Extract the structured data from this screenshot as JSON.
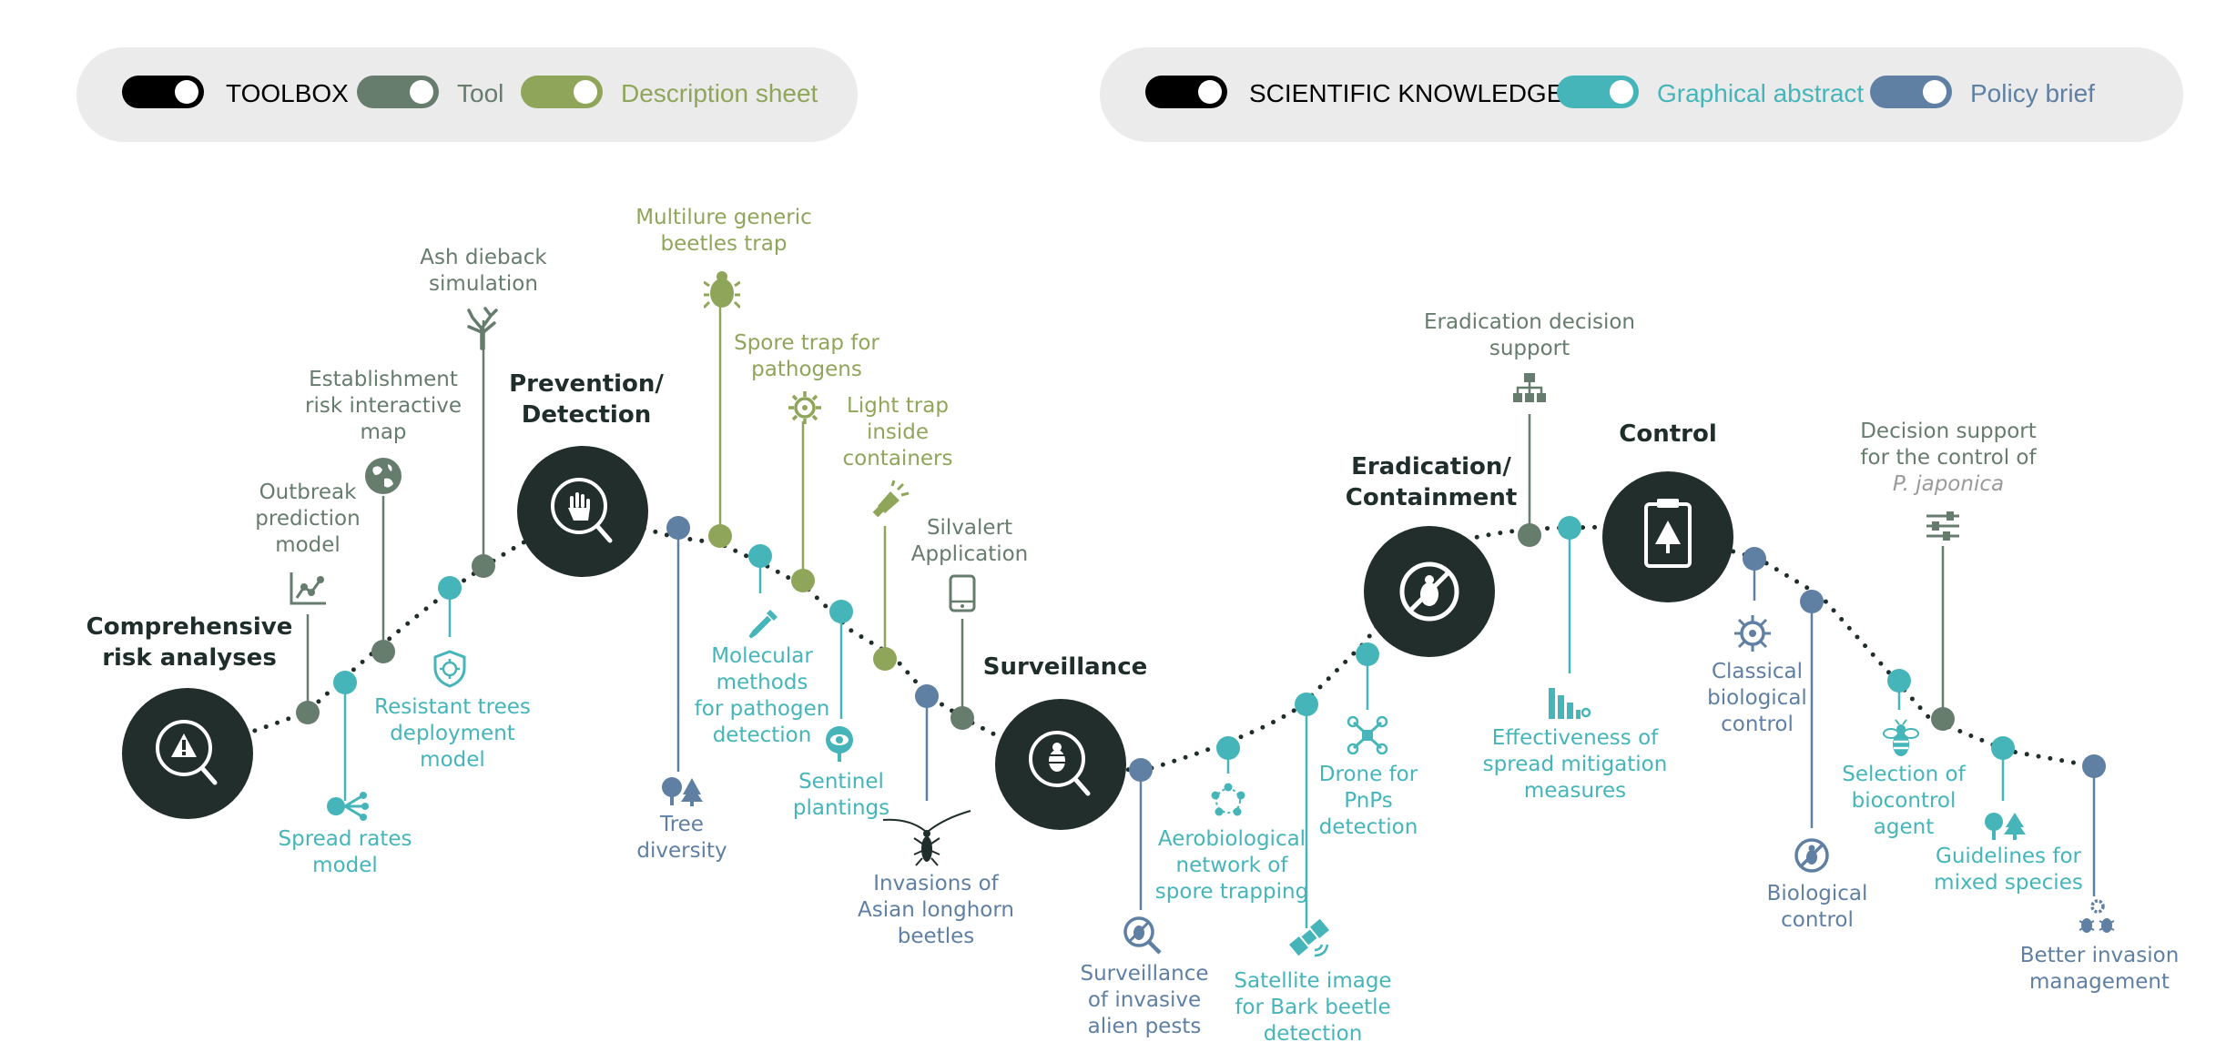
{
  "colors": {
    "toolbox": "#000000",
    "tool": "#667c6d",
    "description_sheet": "#8fa65a",
    "scientific_knowledge": "#000000",
    "graphical_abstract": "#45b5ba",
    "policy_brief": "#5f7fa3",
    "stage_circle": "#212e2b"
  },
  "legend_toolbox": {
    "title": "TOOLBOX",
    "tool": "Tool",
    "description_sheet": "Description sheet"
  },
  "legend_knowledge": {
    "title": "SCIENTIFIC KNOWLEDGE",
    "graphical_abstract": "Graphical abstract",
    "policy_brief": "Policy brief"
  },
  "stages": {
    "risk": {
      "line1": "Comprehensive",
      "line2": "risk analyses",
      "icon": "warning-magnifier-icon"
    },
    "prevention": {
      "line1": "Prevention/",
      "line2": "Detection",
      "icon": "hand-magnifier-icon"
    },
    "surveillance": {
      "line1": "Surveillance",
      "icon": "bug-magnifier-icon"
    },
    "eradication": {
      "line1": "Eradication/",
      "line2": "Containment",
      "icon": "no-bug-icon"
    },
    "control": {
      "line1": "Control",
      "icon": "clipboard-tree-icon"
    }
  },
  "items": {
    "outbreak": {
      "l1": "Outbreak",
      "l2": "prediction",
      "l3": "model",
      "type": "tool",
      "icon": "line-graph-icon"
    },
    "spread_rates": {
      "l1": "Spread rates",
      "l2": "model",
      "type": "graphical_abstract",
      "icon": "share-icon"
    },
    "establishment": {
      "l1": "Establishment",
      "l2": "risk interactive",
      "l3": "map",
      "type": "tool",
      "icon": "globe-icon"
    },
    "resistant": {
      "l1": "Resistant trees",
      "l2": "deployment",
      "l3": "model",
      "type": "graphical_abstract",
      "icon": "shield-icon"
    },
    "ash": {
      "l1": "Ash dieback",
      "l2": "simulation",
      "type": "tool",
      "icon": "dead-tree-icon"
    },
    "tree_div": {
      "l1": "Tree",
      "l2": "diversity",
      "type": "policy_brief",
      "icon": "trees-icon"
    },
    "multilure": {
      "l1": "Multilure generic",
      "l2": "beetles trap",
      "type": "description_sheet",
      "icon": "beetle-icon"
    },
    "molecular": {
      "l1": "Molecular",
      "l2": "methods",
      "l3": "for pathogen",
      "l4": "detection",
      "type": "graphical_abstract",
      "icon": "pipette-icon"
    },
    "spore": {
      "l1": "Spore trap for",
      "l2": "pathogens",
      "type": "description_sheet",
      "icon": "spore-icon"
    },
    "sentinel": {
      "l1": "Sentinel",
      "l2": "plantings",
      "type": "graphical_abstract",
      "icon": "eye-tree-icon"
    },
    "light": {
      "l1": "Light trap",
      "l2": "inside",
      "l3": "containers",
      "type": "description_sheet",
      "icon": "lamp-icon"
    },
    "asian": {
      "l1": "Invasions of",
      "l2": "Asian longhorn",
      "l3": "beetles",
      "type": "policy_brief",
      "icon": "longhorn-beetle-icon"
    },
    "silvalert": {
      "l1": "Silvalert",
      "l2": "Application",
      "type": "tool",
      "icon": "smartphone-icon"
    },
    "surv_alien": {
      "l1": "Surveillance",
      "l2": "of invasive",
      "l3": "alien pests",
      "type": "policy_brief",
      "icon": "bug-search-icon"
    },
    "aerobio": {
      "l1": "Aerobiological",
      "l2": "network of",
      "l3": "spore trapping",
      "type": "graphical_abstract",
      "icon": "network-icon"
    },
    "satellite": {
      "l1": "Satellite image",
      "l2": "for Bark beetle",
      "l3": "detection",
      "type": "graphical_abstract",
      "icon": "satellite-icon"
    },
    "drone": {
      "l1": "Drone for",
      "l2": "PnPs",
      "l3": "detection",
      "type": "graphical_abstract",
      "icon": "drone-icon"
    },
    "erad_dec": {
      "l1": "Eradication decision",
      "l2": "support",
      "type": "tool",
      "icon": "hierarchy-icon"
    },
    "effect": {
      "l1": "Effectiveness of",
      "l2": "spread mitigation",
      "l3": "measures",
      "type": "graphical_abstract",
      "icon": "bar-chart-icon"
    },
    "classical": {
      "l1": "Classical",
      "l2": "biological",
      "l3": "control",
      "type": "policy_brief",
      "icon": "virus-icon"
    },
    "bio_control": {
      "l1": "Biological",
      "l2": "control",
      "type": "policy_brief",
      "icon": "no-pest-icon"
    },
    "decision_pj": {
      "l1": "Decision support",
      "l2": "for the control of",
      "l3": "P. japonica",
      "type": "tool",
      "icon": "sliders-icon"
    },
    "selection": {
      "l1": "Selection of",
      "l2": "biocontrol",
      "l3": "agent",
      "type": "graphical_abstract",
      "icon": "bee-icon"
    },
    "guidelines": {
      "l1": "Guidelines for",
      "l2": "mixed species",
      "type": "graphical_abstract",
      "icon": "mixed-trees-icon"
    },
    "better": {
      "l1": "Better invasion",
      "l2": "management",
      "type": "policy_brief",
      "icon": "gears-bugs-icon"
    }
  }
}
